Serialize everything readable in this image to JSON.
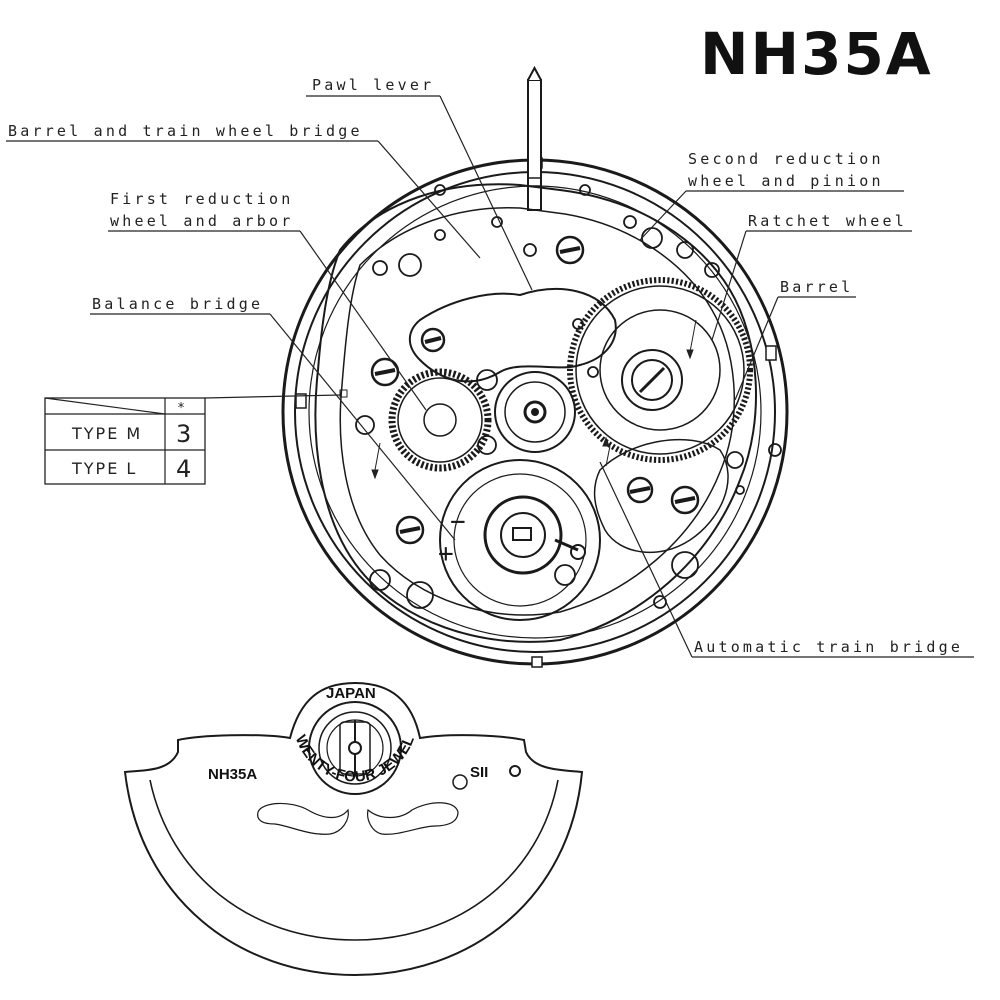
{
  "title": "NH35A",
  "labels": {
    "pawl_lever": "Pawl lever",
    "barrel_bridge": "Barrel and train wheel bridge",
    "first_reduction_1": "First reduction",
    "first_reduction_2": "wheel and arbor",
    "balance_bridge": "Balance bridge",
    "second_reduction_1": "Second reduction",
    "second_reduction_2": "wheel and pinion",
    "ratchet_wheel": "Ratchet wheel",
    "barrel": "Barrel",
    "automatic_train_bridge": "Automatic train bridge"
  },
  "type_table": {
    "header_mark": "*",
    "rows": [
      {
        "type": "TYPE M",
        "value": "3"
      },
      {
        "type": "TYPE L",
        "value": "4"
      }
    ]
  },
  "rotor": {
    "model": "NH35A",
    "country": "JAPAN",
    "jewels": "TWENTY-FOUR JEWELS",
    "brand": "SII"
  },
  "regulator_marks": {
    "minus": "−",
    "plus": "+"
  }
}
